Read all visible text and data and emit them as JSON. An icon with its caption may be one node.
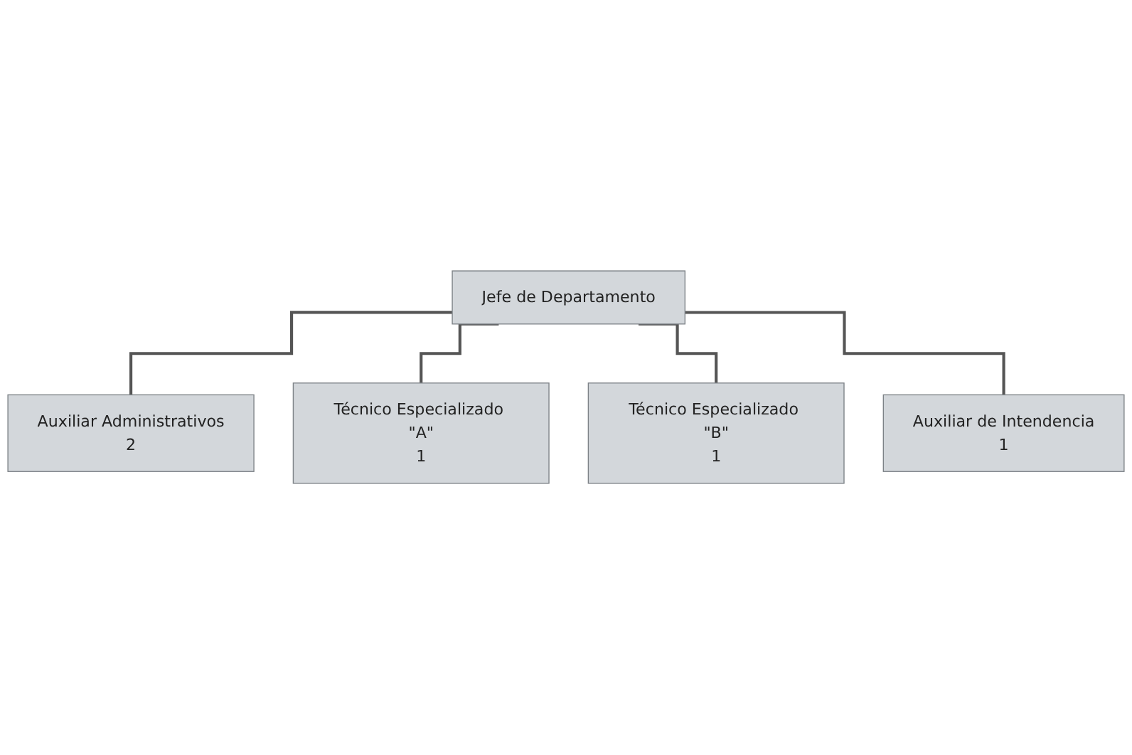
{
  "diagram": {
    "nodes": [
      {
        "text": [
          "Jefe de Departamento"
        ]
      },
      {
        "text": [
          "Técnico Especializado \"A\"",
          "1"
        ]
      },
      {
        "text": [
          "Técnico Especializado \"B\"",
          "1"
        ]
      },
      {
        "text": [
          "Auxiliar Administrativos",
          "2"
        ]
      },
      {
        "text": [
          "Auxiliar de Intendencia",
          "1"
        ]
      }
    ],
    "edges": [
      {
        "from": 0,
        "to": 3,
        "arrow": "none"
      },
      {
        "from": 0,
        "to": 1,
        "arrow": "none"
      },
      {
        "from": 0,
        "to": 2,
        "arrow": "none"
      },
      {
        "from": 0,
        "to": 4,
        "arrow": "none"
      }
    ]
  }
}
